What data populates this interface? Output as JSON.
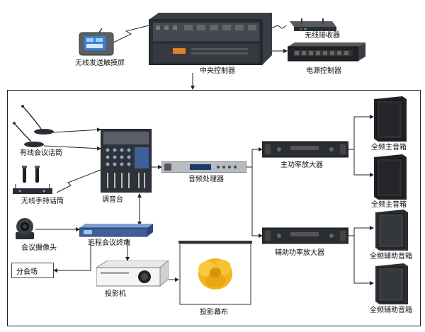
{
  "labels": {
    "wireless_touch": "无线发送触摸屏",
    "central_controller": "中央控制器",
    "wireless_receiver": "无线接收器",
    "power_controller": "电源控制器",
    "wired_mic": "有线会议话筒",
    "wireless_mic": "无线手持话筒",
    "mixer": "调音台",
    "audio_processor": "音频处理器",
    "main_amp": "主功率放大器",
    "aux_amp": "辅助功率放大器",
    "full_main_speaker_1": "全频主音箱",
    "full_main_speaker_2": "全频主音箱",
    "full_aux_speaker_1": "全频辅助音箱",
    "full_aux_speaker_2": "全频辅助音箱",
    "camera": "会议摄像头",
    "remote_terminal": "远程会议终端",
    "branch_venue": "分会场",
    "projector": "投影机",
    "screen": "投影幕布"
  },
  "colors": {
    "device_dark": "#2a2d33",
    "device_mid": "#4a4f57",
    "panel_blue": "#3d5f9a",
    "rack_silver": "#b8bcc2",
    "flower": "#f2b51e",
    "line": "#222222"
  }
}
